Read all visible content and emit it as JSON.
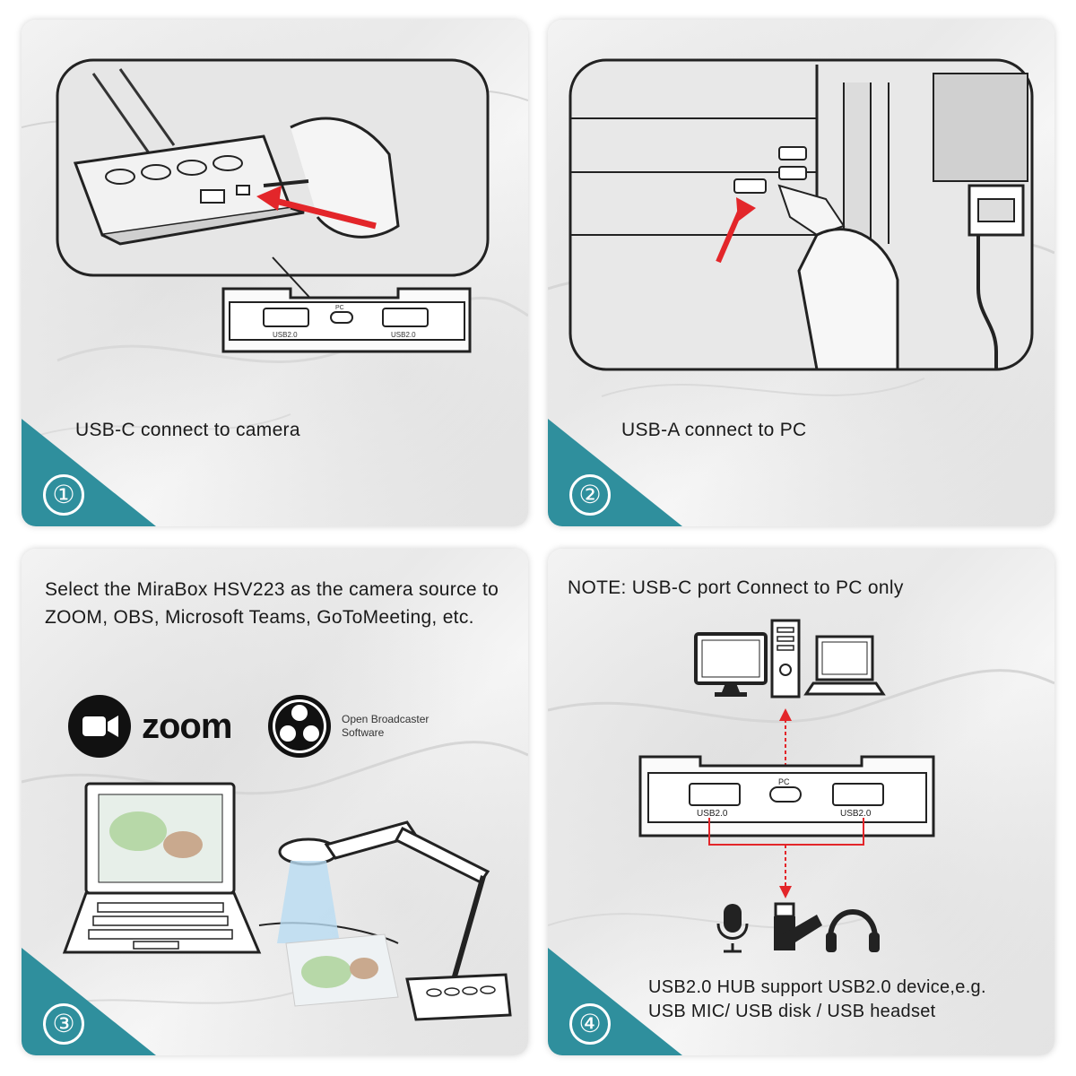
{
  "steps": [
    {
      "number": "①",
      "caption": "USB-C connect to camera",
      "port_labels": [
        "USB2.0",
        "PC",
        "USB2.0"
      ]
    },
    {
      "number": "②",
      "caption": "USB-A connect to PC"
    },
    {
      "number": "③",
      "caption": "Select the MiraBox HSV223 as the camera source to ZOOM, OBS, Microsoft Teams, GoToMeeting, etc.",
      "logos": {
        "zoom": "zoom",
        "obs_line1": "Open Broadcaster",
        "obs_line2": "Software"
      }
    },
    {
      "number": "④",
      "note": "NOTE: USB-C port  Connect to PC only",
      "port_labels": [
        "USB2.0",
        "PC",
        "USB2.0"
      ],
      "hub_line1": "USB2.0 HUB support USB2.0 device,e.g.",
      "hub_line2": "USB MIC/ USB disk / USB headset"
    }
  ],
  "colors": {
    "accent_teal": "#2f8f9d",
    "arrow_red": "#e3262a",
    "ink": "#1a1a1a"
  }
}
